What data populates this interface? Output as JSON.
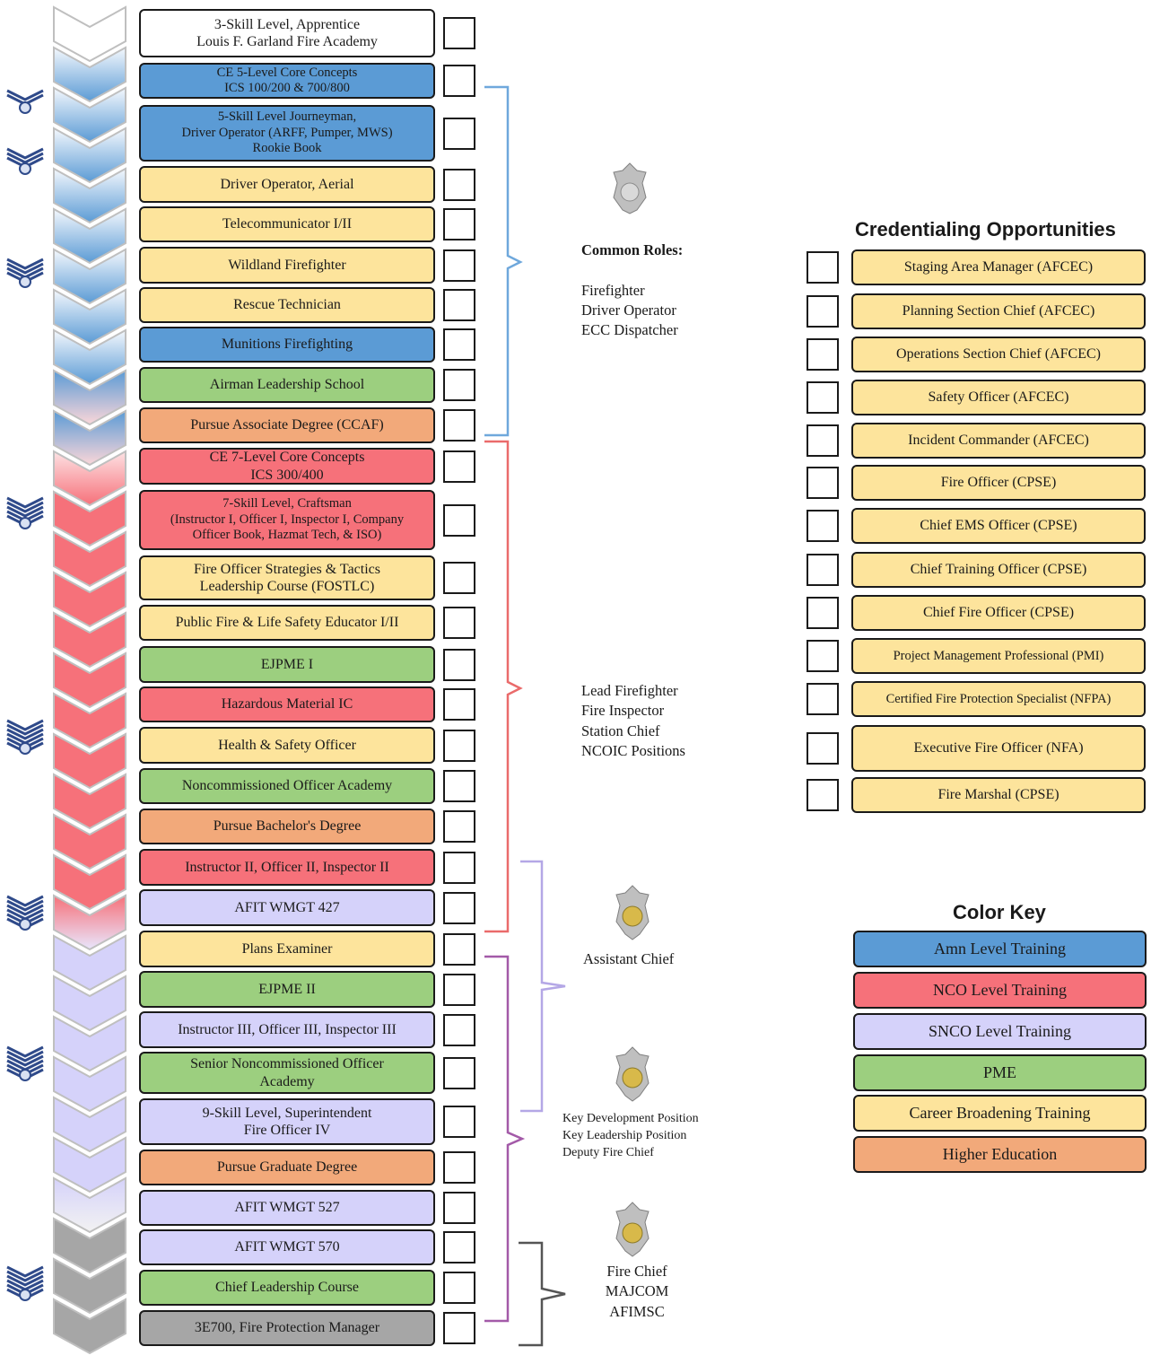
{
  "colors": {
    "airman": "#5b9bd5",
    "nco": "#f6717a",
    "snco": "#d5d2fa",
    "pme": "#9ccf7f",
    "career": "#fde49c",
    "higher_ed": "#f2a97a",
    "white": "#ffffff",
    "gray": "#a6a6a6"
  },
  "courses": [
    {
      "label": "3-Skill Level, Apprentice\nLouis F. Garland Fire Academy",
      "color": "white"
    },
    {
      "label": "CE 5-Level Core Concepts\nICS 100/200 & 700/800",
      "color": "airman"
    },
    {
      "label": "5-Skill Level Journeyman,\nDriver Operator (ARFF, Pumper, MWS)\nRookie Book",
      "color": "airman"
    },
    {
      "label": "Driver Operator, Aerial",
      "color": "career"
    },
    {
      "label": "Telecommunicator I/II",
      "color": "career"
    },
    {
      "label": "Wildland Firefighter",
      "color": "career"
    },
    {
      "label": "Rescue Technician",
      "color": "career"
    },
    {
      "label": "Munitions Firefighting",
      "color": "airman"
    },
    {
      "label": "Airman Leadership School",
      "color": "pme"
    },
    {
      "label": "Pursue Associate Degree (CCAF)",
      "color": "higher_ed"
    },
    {
      "label": "CE 7-Level Core Concepts\nICS 300/400",
      "color": "nco"
    },
    {
      "label": "7-Skill Level, Craftsman\n(Instructor I, Officer I, Inspector I, Company\nOfficer Book, Hazmat Tech, & ISO)",
      "color": "nco"
    },
    {
      "label": "Fire Officer Strategies & Tactics\nLeadership Course (FOSTLC)",
      "color": "career"
    },
    {
      "label": "Public Fire & Life Safety Educator I/II",
      "color": "career"
    },
    {
      "label": "EJPME I",
      "color": "pme"
    },
    {
      "label": "Hazardous Material IC",
      "color": "nco"
    },
    {
      "label": "Health & Safety Officer",
      "color": "career"
    },
    {
      "label": "Noncommissioned Officer Academy",
      "color": "pme"
    },
    {
      "label": "Pursue Bachelor's Degree",
      "color": "higher_ed"
    },
    {
      "label": "Instructor II, Officer II, Inspector II",
      "color": "nco"
    },
    {
      "label": "AFIT WMGT 427",
      "color": "snco"
    },
    {
      "label": "Plans Examiner",
      "color": "career"
    },
    {
      "label": "EJPME II",
      "color": "pme"
    },
    {
      "label": "Instructor III, Officer III, Inspector III",
      "color": "snco"
    },
    {
      "label": "Senior Noncommissioned Officer\nAcademy",
      "color": "pme"
    },
    {
      "label": "9-Skill Level, Superintendent\nFire Officer IV",
      "color": "snco"
    },
    {
      "label": "Pursue Graduate Degree",
      "color": "higher_ed"
    },
    {
      "label": "AFIT WMGT 527",
      "color": "snco"
    },
    {
      "label": "AFIT WMGT 570",
      "color": "snco"
    },
    {
      "label": "Chief Leadership Course",
      "color": "pme"
    },
    {
      "label": "3E700, Fire Protection Manager",
      "color": "gray"
    }
  ],
  "roles": {
    "common_title": "Common Roles:",
    "common_list": "Firefighter\nDriver Operator\nECC Dispatcher",
    "lead": "Lead Firefighter\nFire Inspector\nStation Chief\nNCOIC Positions",
    "assistant": "Assistant Chief",
    "key": "Key Development Position\nKey Leadership Position\nDeputy Fire Chief",
    "chief": "Fire Chief\nMAJCOM\nAFIMSC"
  },
  "credentialing": {
    "title": "Credentialing Opportunities",
    "items": [
      "Staging Area Manager (AFCEC)",
      "Planning Section Chief (AFCEC)",
      "Operations Section Chief (AFCEC)",
      "Safety Officer (AFCEC)",
      "Incident Commander (AFCEC)",
      "Fire Officer (CPSE)",
      "Chief EMS Officer (CPSE)",
      "Chief Training Officer (CPSE)",
      "Chief Fire Officer (CPSE)",
      "Project Management Professional (PMI)",
      "Certified Fire Protection Specialist (NFPA)",
      "Executive Fire Officer (NFA)",
      "Fire Marshal (CPSE)"
    ]
  },
  "color_key": {
    "title": "Color Key",
    "items": [
      {
        "label": "Amn Level Training",
        "color": "airman"
      },
      {
        "label": "NCO Level Training",
        "color": "nco"
      },
      {
        "label": "SNCO Level Training",
        "color": "snco"
      },
      {
        "label": "PME",
        "color": "pme"
      },
      {
        "label": "Career Broadening Training",
        "color": "career"
      },
      {
        "label": "Higher Education",
        "color": "higher_ed"
      }
    ]
  },
  "brackets": {
    "airman": "#6fa8dc",
    "nco": "#ea6b6b",
    "snco": "#b4a7e6",
    "purple": "#a35aa8",
    "chief": "#555555"
  }
}
